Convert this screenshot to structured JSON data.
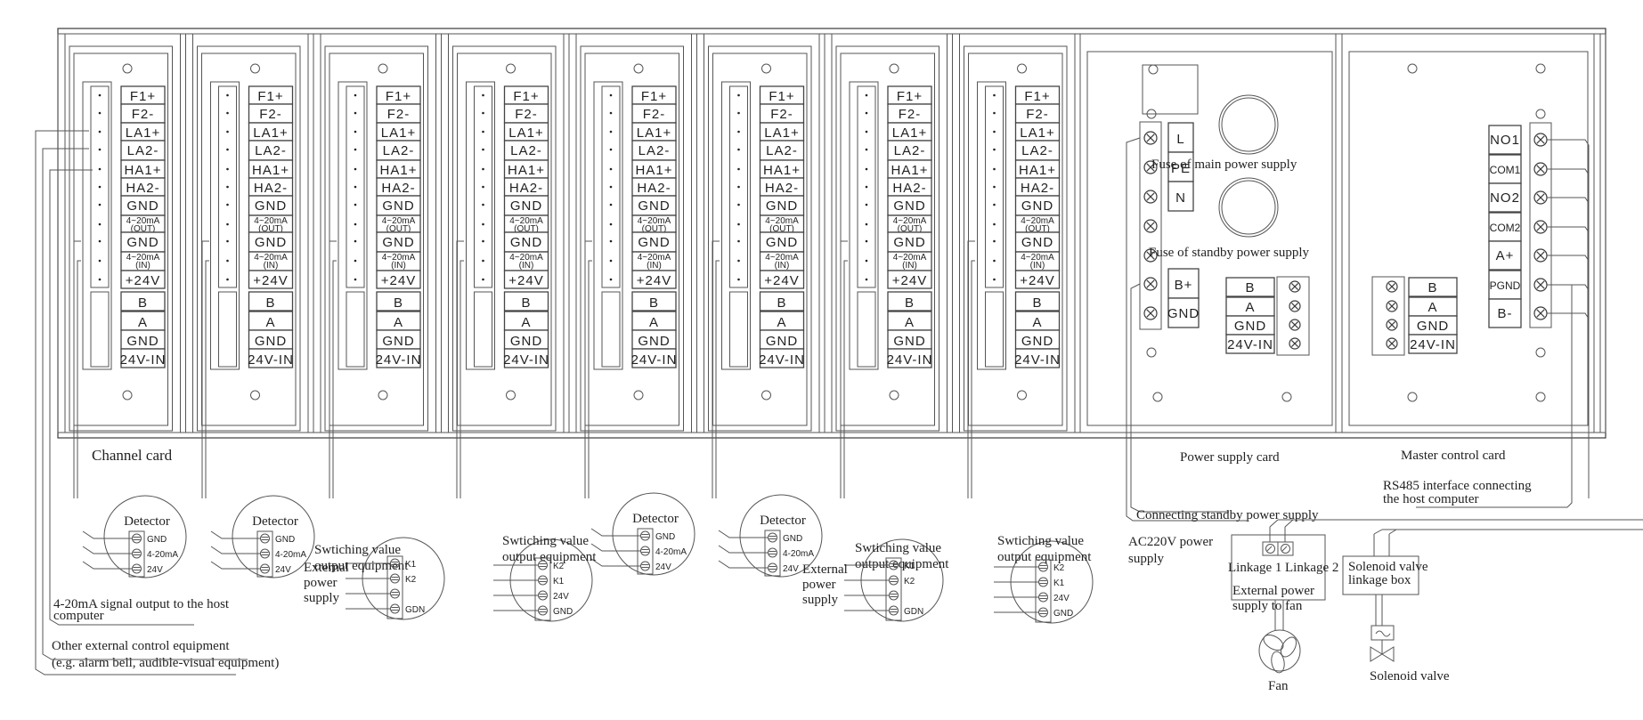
{
  "diagram": {
    "title": "Gas detection controller wiring diagram",
    "channel_card": {
      "caption": "Channel card",
      "count": 8,
      "terminals_top": [
        "F1+",
        "F2-",
        "LA1+",
        "LA2-",
        "HA1+",
        "HA2-",
        "GND",
        "4~20mA|(OUT)",
        "GND",
        "4~20mA|(IN)",
        "+24V"
      ],
      "terminals_bottom": [
        "B",
        "A",
        "GND",
        "24V-IN"
      ]
    },
    "power_card": {
      "caption": "Power supply card",
      "input_terminals": [
        "L",
        "PE",
        "N",
        "",
        "",
        "B+",
        "GND"
      ],
      "input_labels": [
        "L",
        "PE",
        "N"
      ],
      "battery_labels": [
        "B+",
        "GND"
      ],
      "bus_labels": [
        "B",
        "A",
        "GND",
        "24V-IN"
      ],
      "fuse_main": "Fuse of main power supply",
      "fuse_standby": "Fuse of standby power supply"
    },
    "master_card": {
      "caption": "Master control card",
      "bus_labels": [
        "B",
        "A",
        "GND",
        "24V-IN"
      ],
      "relay_labels": [
        "NO1",
        "COM1",
        "NO2",
        "COM2",
        "A+",
        "PGND",
        "B-"
      ]
    },
    "detectors": [
      {
        "title": "Detector",
        "pins": [
          "GND",
          "4-20mA",
          "24V"
        ]
      },
      {
        "title": "Detector",
        "pins": [
          "GND",
          "4-20mA",
          "24V"
        ]
      },
      {
        "title": "Detector",
        "pins": [
          "GND",
          "4-20mA",
          "24V"
        ]
      },
      {
        "title": "Detector",
        "pins": [
          "GND",
          "4-20mA",
          "24V"
        ]
      }
    ],
    "switching": [
      {
        "title1": "Swtiching value",
        "title2": "output equipment",
        "pins": [
          "K1",
          "K2",
          "",
          "GDN"
        ],
        "ext": [
          "External",
          "power",
          "supply"
        ]
      },
      {
        "title1": "Swtiching value",
        "title2": "output equipment",
        "pins": [
          "K2",
          "K1",
          "24V",
          "GND"
        ],
        "ext": []
      },
      {
        "title1": "Swtiching value",
        "title2": "output equipment",
        "pins": [
          "K1",
          "K2",
          "",
          "GDN"
        ],
        "ext": [
          "External",
          "power",
          "supply"
        ]
      },
      {
        "title1": "Swtiching value",
        "title2": "output equipment",
        "pins": [
          "K2",
          "K1",
          "24V",
          "GND"
        ],
        "ext": []
      }
    ],
    "notes": {
      "signal_output_1": "4-20mA signal output to the host",
      "signal_output_2": "computer",
      "other_ext_1": "Other external control equipment",
      "other_ext_2": "(e.g. alarm bell, audible-visual equipment)",
      "connecting_standby": "Connecting standby power supply",
      "ac220_1": "AC220V power",
      "ac220_2": "supply",
      "rs485_1": "RS485 interface connecting",
      "rs485_2": "the host computer",
      "linkage1": "Linkage 1",
      "linkage2": "Linkage 2",
      "ext_fan_1": "External power",
      "ext_fan_2": "supply to fan",
      "fan": "Fan",
      "sv_box_1": "Solenoid valve",
      "sv_box_2": "linkage box",
      "solenoid_valve": "Solenoid valve"
    }
  }
}
